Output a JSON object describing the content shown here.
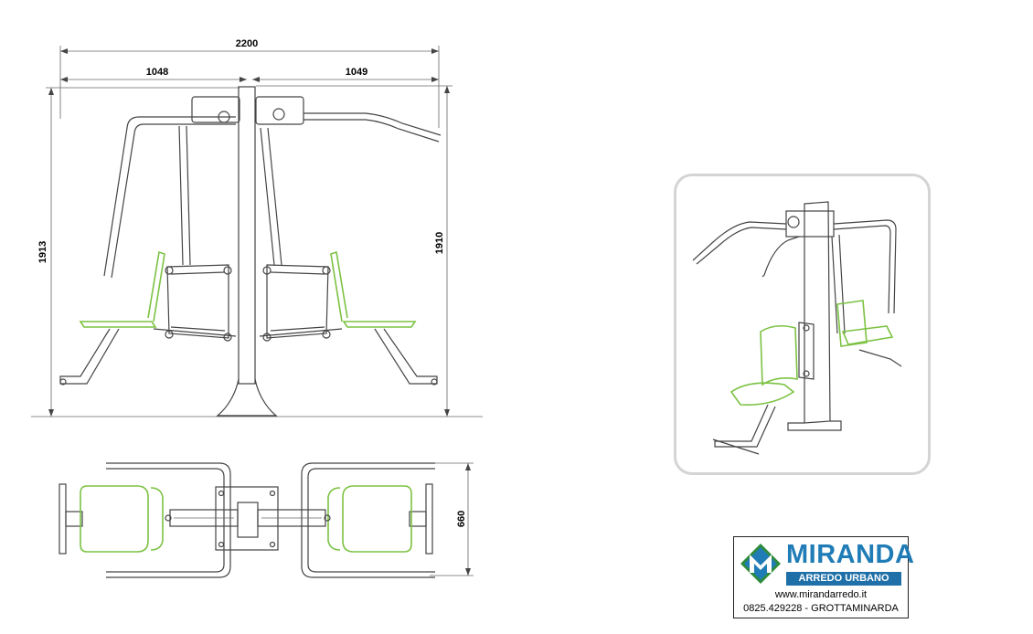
{
  "dimensions": {
    "total_width": "2200",
    "left_width": "1048",
    "right_width": "1049",
    "left_height": "1913",
    "right_height": "1910",
    "depth": "660"
  },
  "logo": {
    "brand": "MIRANDA",
    "tagline": "ARREDO URBANO",
    "website": "www.mirandarredo.it",
    "contact": "0825.429228 - GROTTAMINARDA"
  },
  "colors": {
    "seat_accent": "#7cc242",
    "brand_blue": "#1f7cb6",
    "brand_green": "#2e8b3a",
    "frame_border": "#d4d4d4"
  }
}
